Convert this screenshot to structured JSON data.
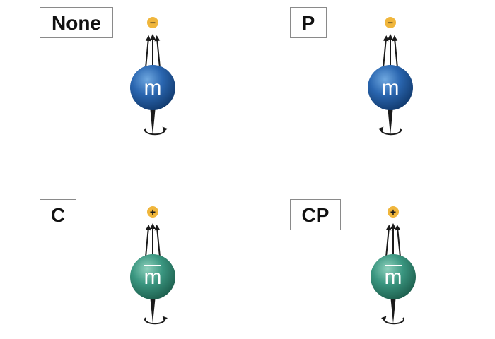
{
  "panels": [
    {
      "label": "None",
      "charge": "−",
      "particle": "m"
    },
    {
      "label": "P",
      "charge": "−",
      "particle": "m"
    },
    {
      "label": "C",
      "charge": "+",
      "particle": "m"
    },
    {
      "label": "CP",
      "charge": "+",
      "particle": "m"
    }
  ],
  "colors": {
    "matter": "#1f5aa0",
    "antimatter": "#2e8a72",
    "charge_badge": "#f0b63c",
    "arrow": "#1a1a1a"
  }
}
